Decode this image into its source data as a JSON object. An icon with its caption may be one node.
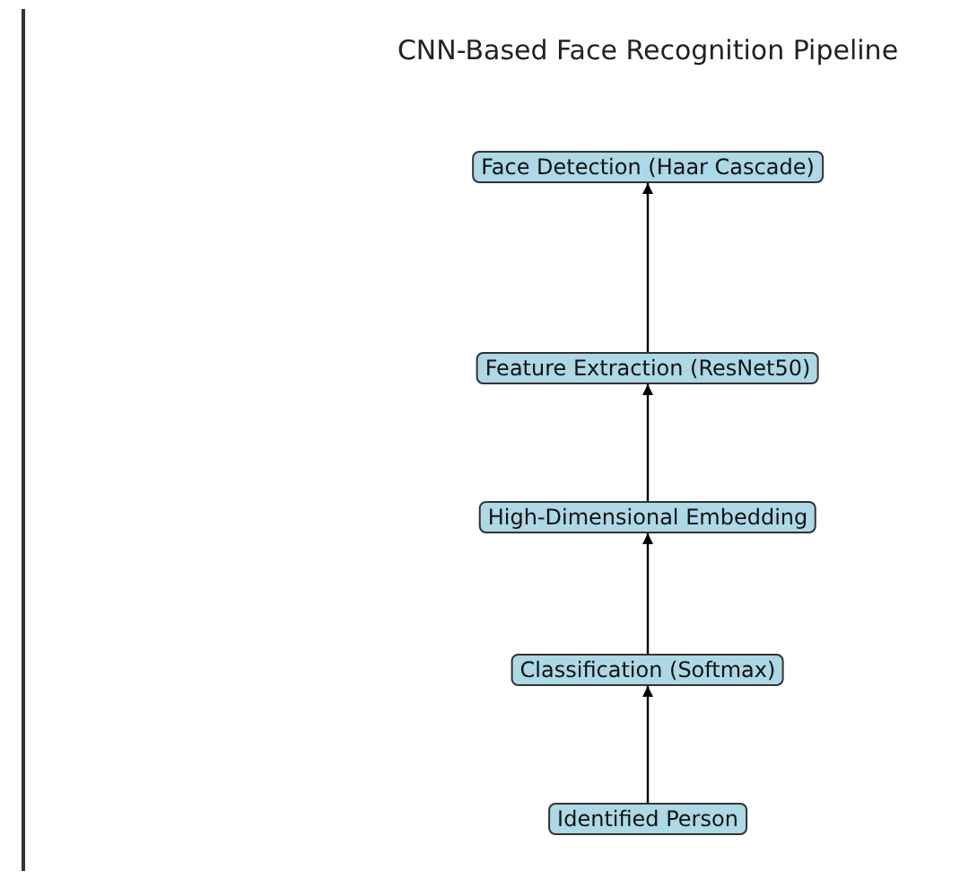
{
  "diagram": {
    "title": "CNN-Based Face Recognition Pipeline",
    "nodes": [
      {
        "text": [
          "Face Detection (Haar Cascade)"
        ]
      },
      {
        "text": [
          "Feature Extraction (ResNet50)"
        ]
      },
      {
        "text": [
          "High-Dimensional Embedding"
        ]
      },
      {
        "text": [
          "Classification (Softmax)"
        ]
      },
      {
        "text": [
          "Identified Person"
        ]
      }
    ],
    "edges": [
      {
        "from": 1,
        "to": 0,
        "arrow": "to"
      },
      {
        "from": 2,
        "to": 1,
        "arrow": "to"
      },
      {
        "from": 3,
        "to": 2,
        "arrow": "to"
      },
      {
        "from": 4,
        "to": 3,
        "arrow": "to"
      }
    ]
  }
}
